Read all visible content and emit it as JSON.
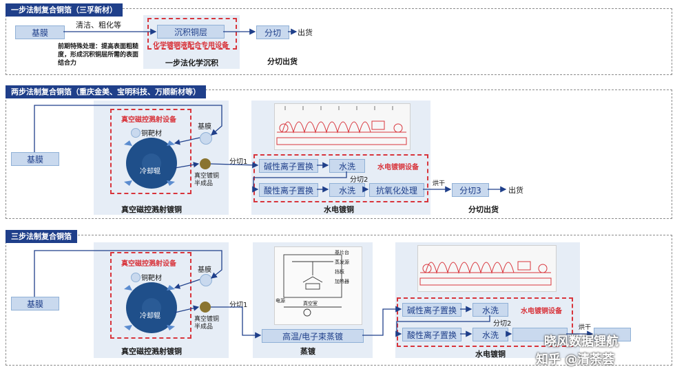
{
  "sec1": {
    "title": "一步法制复合铜箔（三孚新材）",
    "substrate": "基膜",
    "clean_label": "清洁、粗化等",
    "deposit": "沉积铜层",
    "chem_equip": "化学镀铜液配合专用设备",
    "step_caption": "一步法化学沉积",
    "cut": "分切",
    "ship": "出货",
    "cut_caption": "分切出货",
    "pre_note": "前期特殊处理：提高表面粗糙度，形成沉积铜层所需的表面结合力"
  },
  "sec2": {
    "title": "两步法制复合铜箔（重庆金美、宝明科技、万顺新材等）",
    "substrate": "基膜",
    "vac_equip": "真空磁控溅射设备",
    "target": "铜靶材",
    "film_label": "基膜",
    "cool": "冷却辊",
    "semi": "真空镀铜半成品",
    "vac_caption": "真空磁控溅射镀铜",
    "cut1": "分切1",
    "alkaline": "碱性离子置换",
    "wash1": "水洗",
    "cut2": "分切2",
    "acid": "酸性离子置换",
    "wash2": "水洗",
    "anti_ox": "抗氧化处理",
    "water_equip": "水电镀铜设备",
    "dry": "烘干",
    "cut3": "分切3",
    "ship": "出货",
    "water_caption": "水电镀铜",
    "cut_caption": "分切出货"
  },
  "sec3": {
    "title": "三步法制复合铜箔",
    "substrate": "基膜",
    "vac_equip": "真空磁控溅射设备",
    "target": "铜靶材",
    "film_label": "基膜",
    "cool": "冷却辊",
    "semi": "真空镀铜半成品",
    "vac_caption": "真空磁控溅射镀铜",
    "cut1": "分切1",
    "evap": "高温/电子束蒸镀",
    "evap_caption": "蒸镀",
    "alkaline": "碱性离子置换",
    "wash1": "水洗",
    "cut2": "分切2",
    "acid": "酸性离子置换",
    "wash2": "水洗",
    "water_equip": "水电镀铜设备",
    "dry": "烘干",
    "water_caption": "水电镀铜",
    "evap_diagram_labels": [
      "基片台",
      "蒸发源",
      "挡板",
      "电源",
      "真空室",
      "加热器"
    ]
  },
  "watermark": {
    "line1": "晓风数据锂航",
    "line2": "知乎 @清荼荟"
  },
  "colors": {
    "tab": "#1f3f8a",
    "box": "#c9d9ee",
    "red": "#d8343b",
    "ring": "#1f4f8a"
  }
}
